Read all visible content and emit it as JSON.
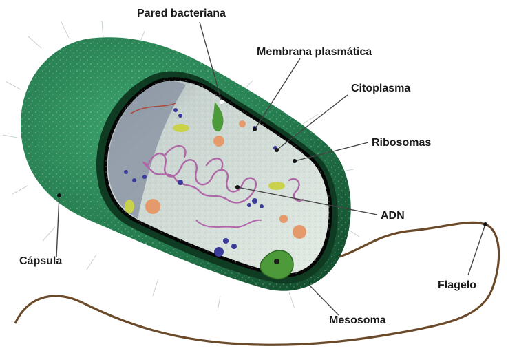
{
  "diagram": {
    "labels": {
      "pared": "Pared bacteriana",
      "membrana": "Membrana plasmática",
      "citoplasma": "Citoplasma",
      "ribosomas": "Ribosomas",
      "adn": "ADN",
      "capsula": "Cápsula",
      "flagelo": "Flagelo",
      "mesosoma": "Mesosoma"
    }
  },
  "colors": {
    "capsule_outer": "#1f6b45",
    "capsule_inner": "#2f8a5a",
    "wall": "#0f3b22",
    "membrane": "#050505",
    "cytoplasm": "#d9e6dc",
    "cytoplasm_shade": "#a8b3b8",
    "dna": "#b067a8",
    "ribosome": "#3b3b9a",
    "vacuole": "#e59a6c",
    "flagellum": "#6b4a2a",
    "mesosome": "#4c9a3a",
    "label_text": "#1a1a1a",
    "leader_line": "#444444"
  }
}
